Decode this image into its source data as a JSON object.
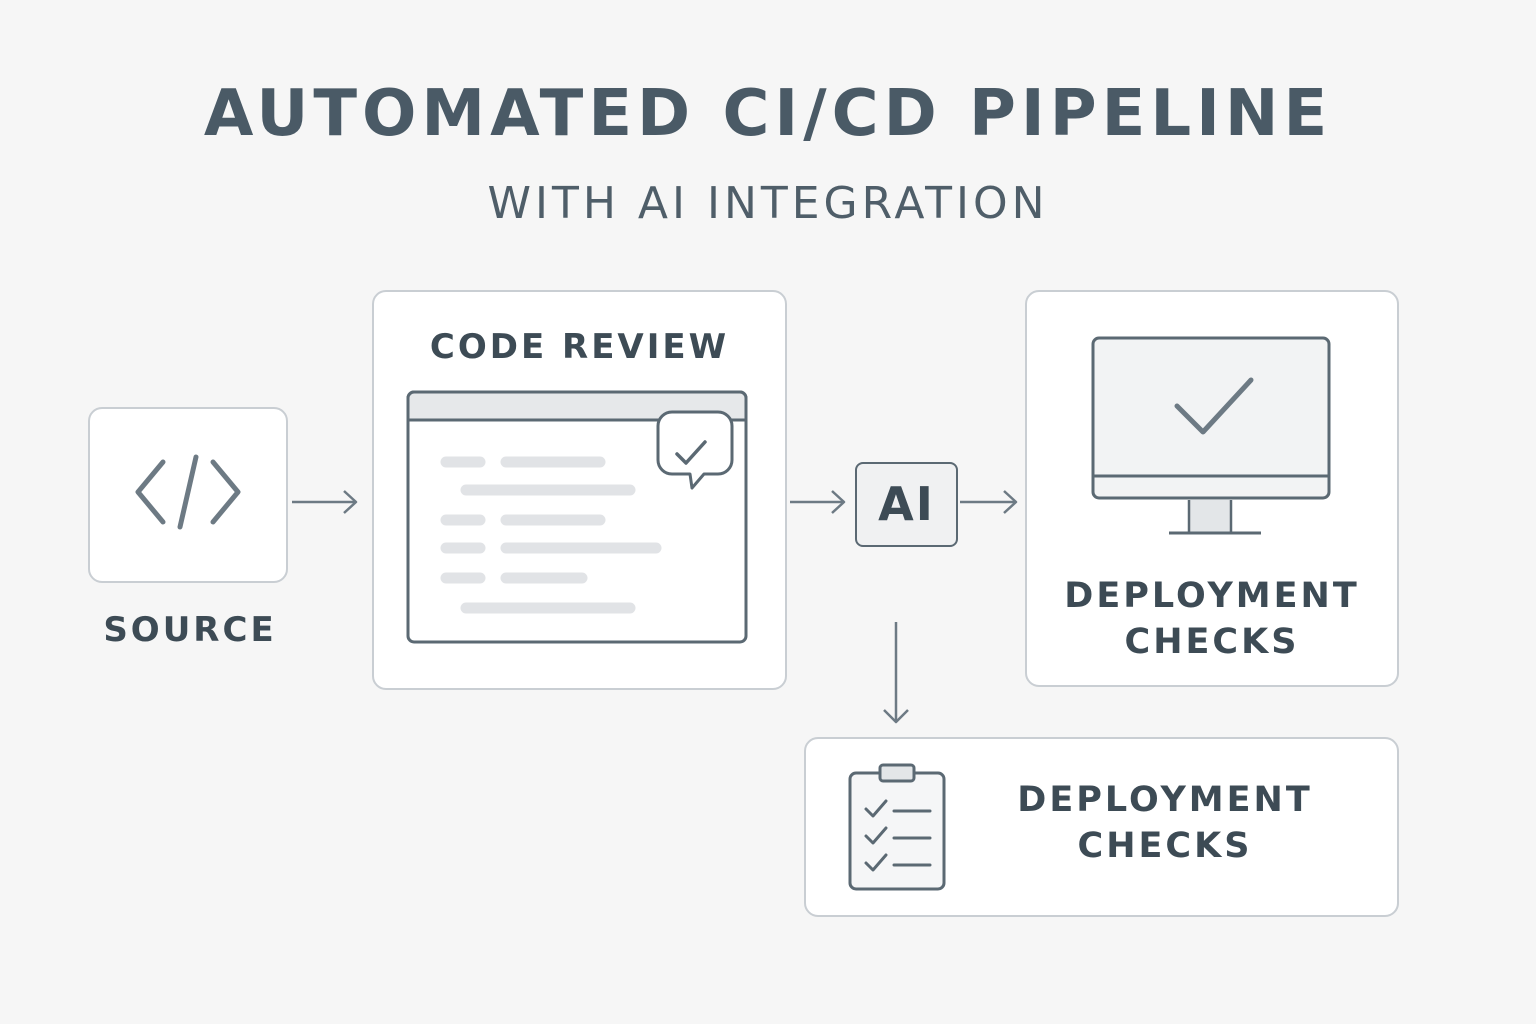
{
  "header": {
    "title": "AUTOMATED CI/CD PIPELINE",
    "subtitle": "WITH AI INTEGRATION"
  },
  "nodes": {
    "source": {
      "label": "SOURCE",
      "icon": "code-brackets-icon"
    },
    "code_review": {
      "label": "CODE REVIEW",
      "icon": "code-window-icon"
    },
    "ai": {
      "label": "AI"
    },
    "deployment_checks_monitor": {
      "line1": "DEPLOYMENT",
      "line2": "CHECKS",
      "icon": "monitor-check-icon"
    },
    "deployment_checks_list": {
      "line1": "DEPLOYMENT",
      "line2": "CHECKS",
      "icon": "clipboard-checklist-icon"
    }
  },
  "colors": {
    "background": "#f6f6f6",
    "box_border": "#c9ced3",
    "text": "#3d4b55",
    "icon": "#6d7a84",
    "placeholder_line": "#e4e6e8"
  }
}
